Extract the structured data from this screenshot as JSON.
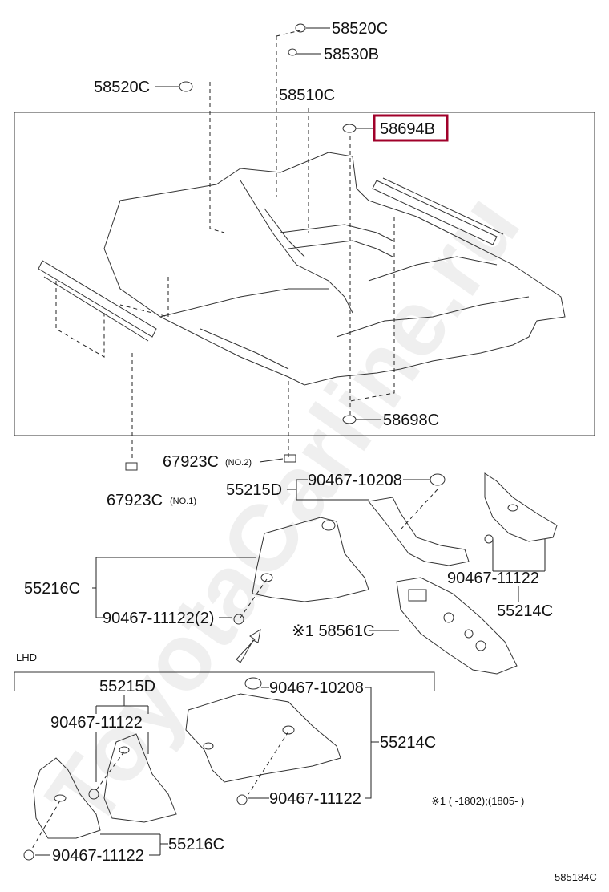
{
  "labels": {
    "p58520c_top": "58520C",
    "p58530b": "58530B",
    "p58520c_left": "58520C",
    "p58510c": "58510C",
    "p58694b": "58694B",
    "p58698c": "58698C",
    "p67923c_no2": "67923C",
    "p67923c_no2_sub": "(NO.2)",
    "p67923c_no1": "67923C",
    "p67923c_no1_sub": "(NO.1)",
    "p55215d": "55215D",
    "p90467_10208": "90467-10208",
    "p55216c": "55216C",
    "p90467_11122_2": "90467-11122(2)",
    "p90467_11122_r": "90467-11122",
    "p55214c": "55214C",
    "p58561c": "※1 58561C"
  },
  "lhd": {
    "title": "LHD",
    "p55215d": "55215D",
    "p90467_11122_a": "90467-11122",
    "p90467_10208": "90467-10208",
    "p55214c": "55214C",
    "p90467_11122_b": "90467-11122",
    "p90467_11122_c": "90467-11122",
    "p55216c": "55216C"
  },
  "note": "※1 (      -1802);(1805-      )",
  "illustration_id": "585184C",
  "watermark": "ToyotaCarline.ru",
  "highlight_color": "#a0002a"
}
